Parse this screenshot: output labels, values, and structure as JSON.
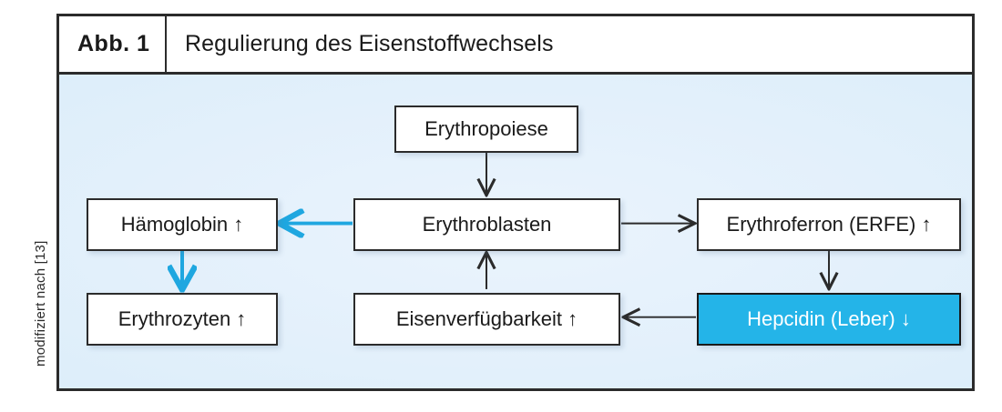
{
  "figure": {
    "number_label": "Abb. 1",
    "title": "Regulierung des Eisenstoffwechsels",
    "source_note": "modifiziert nach [13]"
  },
  "colors": {
    "accent_blue": "#24b4e8",
    "panel_background": "#e6f2fc",
    "frame_border": "#2b2b2b",
    "arrow_black": "#2b2b2b",
    "arrow_blue": "#1fa7e0",
    "node_background": "#ffffff",
    "accent_text": "#ffffff"
  },
  "diagram": {
    "type": "flowchart",
    "nodes": [
      {
        "id": "erythropoiese",
        "label": "Erythropoiese",
        "highlight": false
      },
      {
        "id": "haemoglobin",
        "label": "Hämoglobin ↑",
        "highlight": false
      },
      {
        "id": "erythroblasten",
        "label": "Erythroblasten",
        "highlight": false
      },
      {
        "id": "erythroferron",
        "label": "Erythroferron (ERFE) ↑",
        "highlight": false
      },
      {
        "id": "erythrozyten",
        "label": "Erythrozyten ↑",
        "highlight": false
      },
      {
        "id": "eisenverfuegbarkeit",
        "label": "Eisenverfügbarkeit ↑",
        "highlight": false
      },
      {
        "id": "hepcidin",
        "label": "Hepcidin (Leber) ↓",
        "highlight": true
      }
    ],
    "edges": [
      {
        "from": "erythropoiese",
        "to": "erythroblasten",
        "color": "black",
        "direction": "down"
      },
      {
        "from": "erythroblasten",
        "to": "haemoglobin",
        "color": "blue",
        "direction": "left"
      },
      {
        "from": "haemoglobin",
        "to": "erythrozyten",
        "color": "blue",
        "direction": "down"
      },
      {
        "from": "erythroblasten",
        "to": "erythroferron",
        "color": "black",
        "direction": "right"
      },
      {
        "from": "erythroferron",
        "to": "hepcidin",
        "color": "black",
        "direction": "down"
      },
      {
        "from": "hepcidin",
        "to": "eisenverfuegbarkeit",
        "color": "black",
        "direction": "left"
      },
      {
        "from": "eisenverfuegbarkeit",
        "to": "erythroblasten",
        "color": "black",
        "direction": "up"
      }
    ]
  }
}
